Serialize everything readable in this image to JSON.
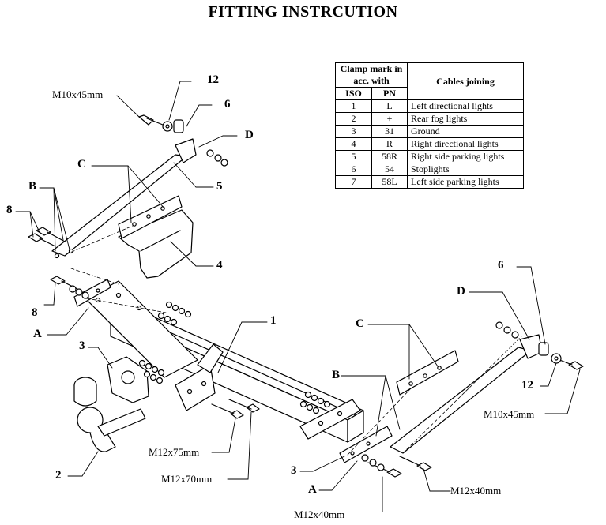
{
  "title": "FITTING INSTRCUTION",
  "legend": {
    "header_clamp": "Clamp mark in acc. with",
    "header_cables": "Cables joining",
    "col_iso": "ISO",
    "col_pn": "PN",
    "rows": [
      {
        "iso": "1",
        "pn": "L",
        "desc": "Left directional lights"
      },
      {
        "iso": "2",
        "pn": "+",
        "desc": "Rear fog lights"
      },
      {
        "iso": "3",
        "pn": "31",
        "desc": "Ground"
      },
      {
        "iso": "4",
        "pn": "R",
        "desc": "Right directional lights"
      },
      {
        "iso": "5",
        "pn": "58R",
        "desc": "Right side parking lights"
      },
      {
        "iso": "6",
        "pn": "54",
        "desc": "Stoplights"
      },
      {
        "iso": "7",
        "pn": "58L",
        "desc": "Left side parking lights"
      }
    ]
  },
  "callouts": {
    "bolt_m10_top": "M10x45mm",
    "bolt_m10_right": "M10x45mm",
    "bolt_m12x75": "M12x75mm",
    "bolt_m12x70": "M12x70mm",
    "bolt_m12x40_right": "M12x40mm",
    "bolt_m12x40_bottom": "M12x40mm",
    "part_1": "1",
    "part_2": "2",
    "part_3_left": "3",
    "part_3_bottom": "3",
    "part_4": "4",
    "part_5": "5",
    "part_6_top": "6",
    "part_6_right": "6",
    "part_8_top": "8",
    "part_8_bottom": "8",
    "part_12_top": "12",
    "part_12_right": "12",
    "letter_a_left": "A",
    "letter_a_bottom": "A",
    "letter_b_left": "B",
    "letter_b_right": "B",
    "letter_c_left": "C",
    "letter_c_right": "C",
    "letter_d_top": "D",
    "letter_d_right": "D"
  }
}
